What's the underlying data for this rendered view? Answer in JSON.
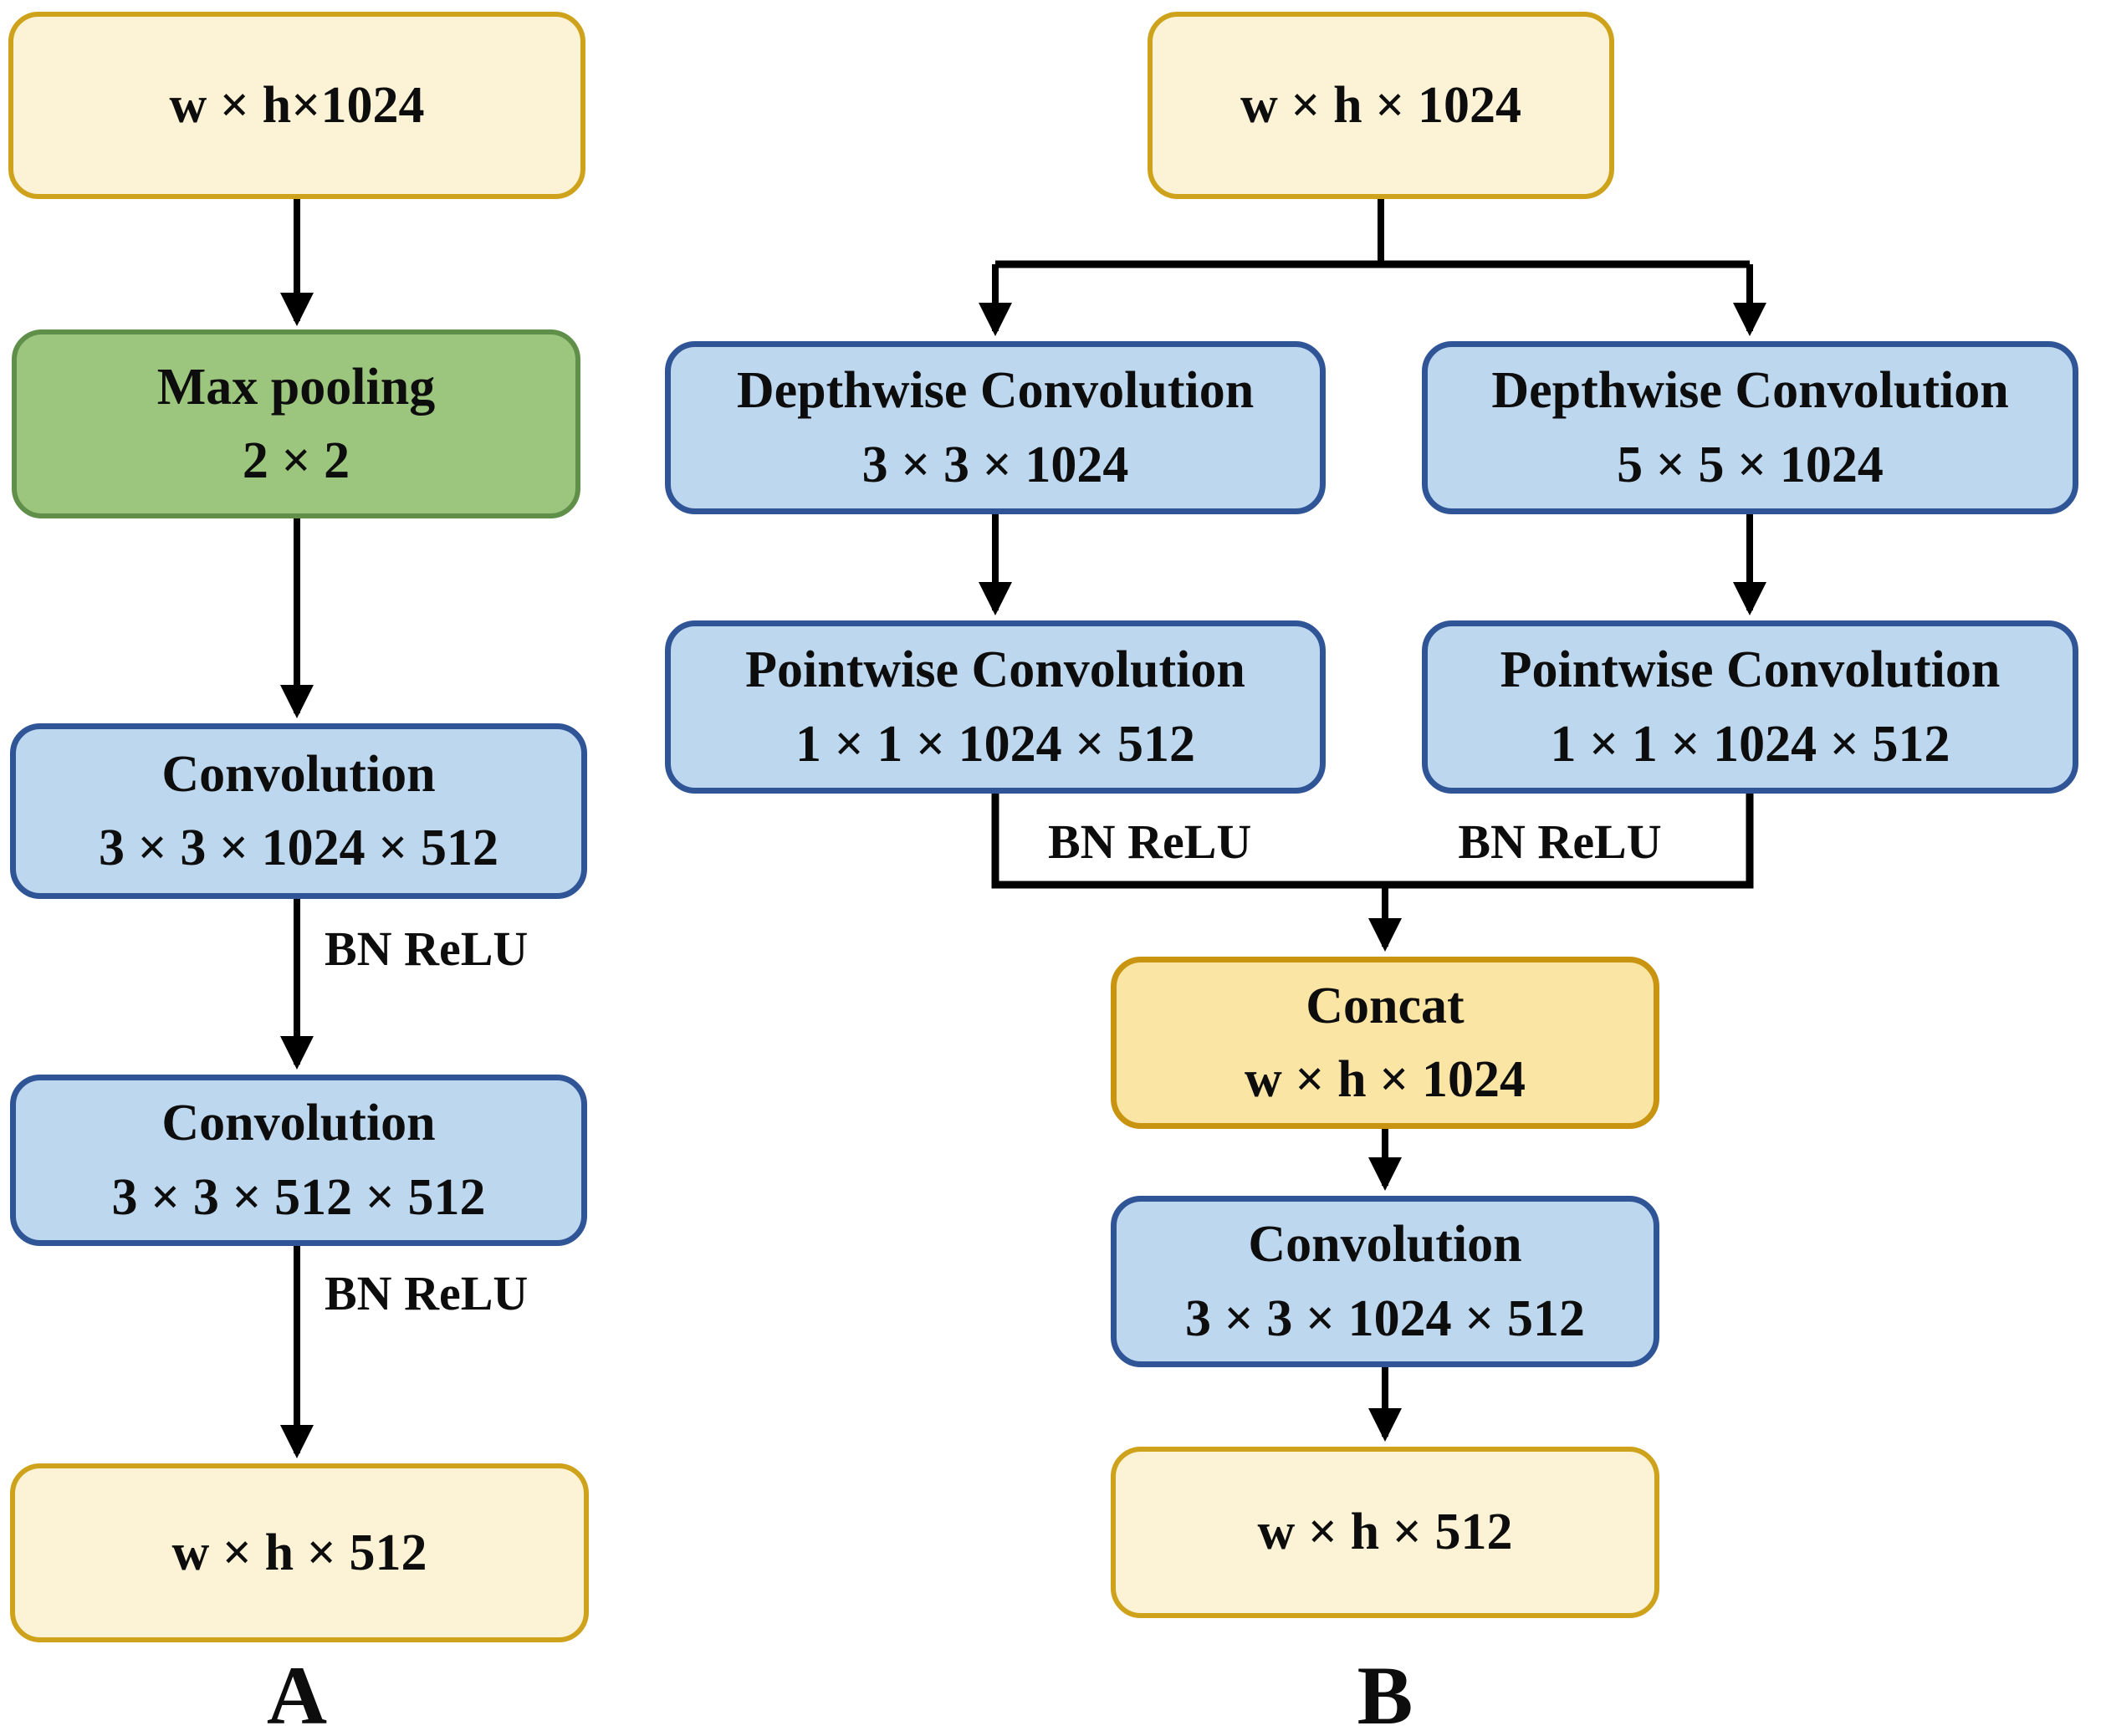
{
  "diagram_a": {
    "input": {
      "line1": "w × h×1024"
    },
    "maxpool": {
      "line1": "Max pooling",
      "line2": "2 × 2"
    },
    "conv1": {
      "line1": "Convolution",
      "line2": "3 × 3 × 1024 × 512"
    },
    "bn_relu_1": "BN ReLU",
    "conv2": {
      "line1": "Convolution",
      "line2": "3 × 3 × 512 × 512"
    },
    "bn_relu_2": "BN ReLU",
    "output": {
      "line1": "w × h × 512"
    },
    "label": "A"
  },
  "diagram_b": {
    "input": {
      "line1": "w × h × 1024"
    },
    "depthwise_left": {
      "line1": "Depthwise Convolution",
      "line2": "3 × 3 × 1024"
    },
    "depthwise_right": {
      "line1": "Depthwise Convolution",
      "line2": "5 × 5 × 1024"
    },
    "pointwise_left": {
      "line1": "Pointwise Convolution",
      "line2": "1 × 1 × 1024 × 512"
    },
    "pointwise_right": {
      "line1": "Pointwise Convolution",
      "line2": "1 × 1 × 1024 × 512"
    },
    "bn_relu_left": "BN ReLU",
    "bn_relu_right": "BN ReLU",
    "concat": {
      "line1": "Concat",
      "line2": "w × h × 1024"
    },
    "conv": {
      "line1": "Convolution",
      "line2": "3 × 3 × 1024 × 512"
    },
    "output": {
      "line1": "w × h × 512"
    },
    "label": "B"
  },
  "colors": {
    "feature_box_fill": "#FCF2D5",
    "feature_box_border": "#CFA21B",
    "pooling_box_fill": "#9CC57E",
    "pooling_box_border": "#5F8F48",
    "conv_box_fill": "#BDD7EE",
    "conv_box_border": "#2F5597",
    "concat_box_fill": "#FAE5A4",
    "concat_box_border": "#C9940F",
    "connector": "#000000"
  }
}
